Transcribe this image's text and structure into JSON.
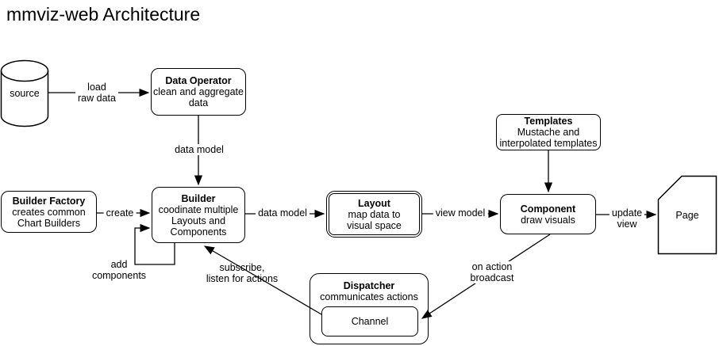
{
  "title": "mmviz-web Architecture",
  "colors": {
    "stroke": "#000000",
    "background": "#ffffff",
    "text": "#000000"
  },
  "nodes": {
    "source": {
      "label": "source",
      "shape": "cylinder"
    },
    "data_operator": {
      "title": "Data Operator",
      "desc": "clean and aggregate\ndata"
    },
    "builder_factory": {
      "title": "Builder Factory",
      "desc": "creates common\nChart Builders"
    },
    "builder": {
      "title": "Builder",
      "desc": "coodinate multiple\nLayouts and\nComponents"
    },
    "layout": {
      "title": "Layout",
      "desc": "map data to\nvisual space"
    },
    "templates": {
      "title": "Templates",
      "desc": "Mustache and\ninterpolated templates"
    },
    "component": {
      "title": "Component",
      "desc": "draw visuals"
    },
    "page": {
      "label": "Page",
      "shape": "card"
    },
    "dispatcher": {
      "title": "Dispatcher",
      "desc": "communicates actions"
    },
    "channel": {
      "label": "Channel"
    }
  },
  "edges": {
    "load_raw_data": {
      "label": "load\nraw data"
    },
    "data_model_to_builder": {
      "label": "data model"
    },
    "create": {
      "label": "create"
    },
    "add_components": {
      "label": "add\ncomponents"
    },
    "data_model_to_layout": {
      "label": "data model"
    },
    "view_model": {
      "label": "view model"
    },
    "update_view": {
      "label": "update\nview"
    },
    "subscribe": {
      "label": "subscribe,\nlisten for actions"
    },
    "on_action_broadcast": {
      "label": "on action\nbroadcast"
    }
  }
}
